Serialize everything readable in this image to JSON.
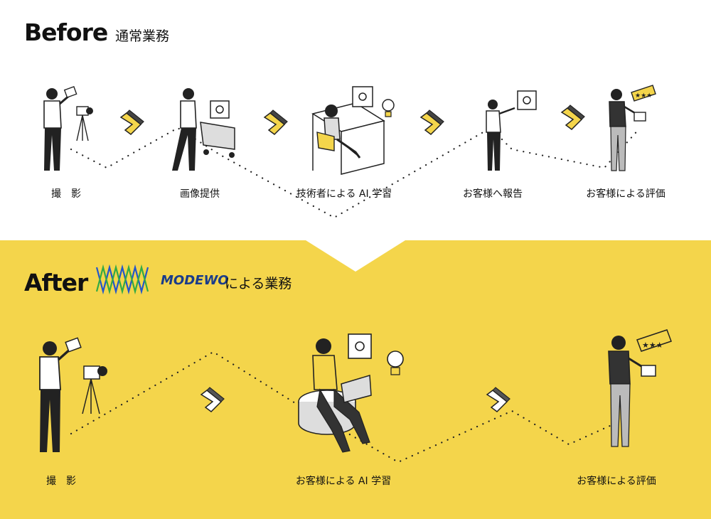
{
  "before": {
    "title_en": "Before",
    "title_jp": "通常業務",
    "steps": [
      {
        "label": "撮　影",
        "icon": "photographer-icon"
      },
      {
        "label": "画像提供",
        "icon": "cart-worker-icon"
      },
      {
        "label": "技術者による AI 学習",
        "icon": "engineer-desk-icon"
      },
      {
        "label": "お客様へ報告",
        "icon": "reporting-person-icon"
      },
      {
        "label": "お客様による評価",
        "icon": "rating-person-icon"
      }
    ]
  },
  "after": {
    "title_en": "After",
    "brand": "MODEWO",
    "title_jp": "による業務",
    "steps": [
      {
        "label": "撮　影",
        "icon": "photographer-icon"
      },
      {
        "label": "お客様による AI 学習",
        "icon": "laptop-learner-icon"
      },
      {
        "label": "お客様による評価",
        "icon": "rating-person-icon"
      }
    ]
  },
  "colors": {
    "accent_yellow": "#f4d54b",
    "dark": "#222222",
    "brand_blue": "#2255cc",
    "brand_green": "#33aa44"
  }
}
